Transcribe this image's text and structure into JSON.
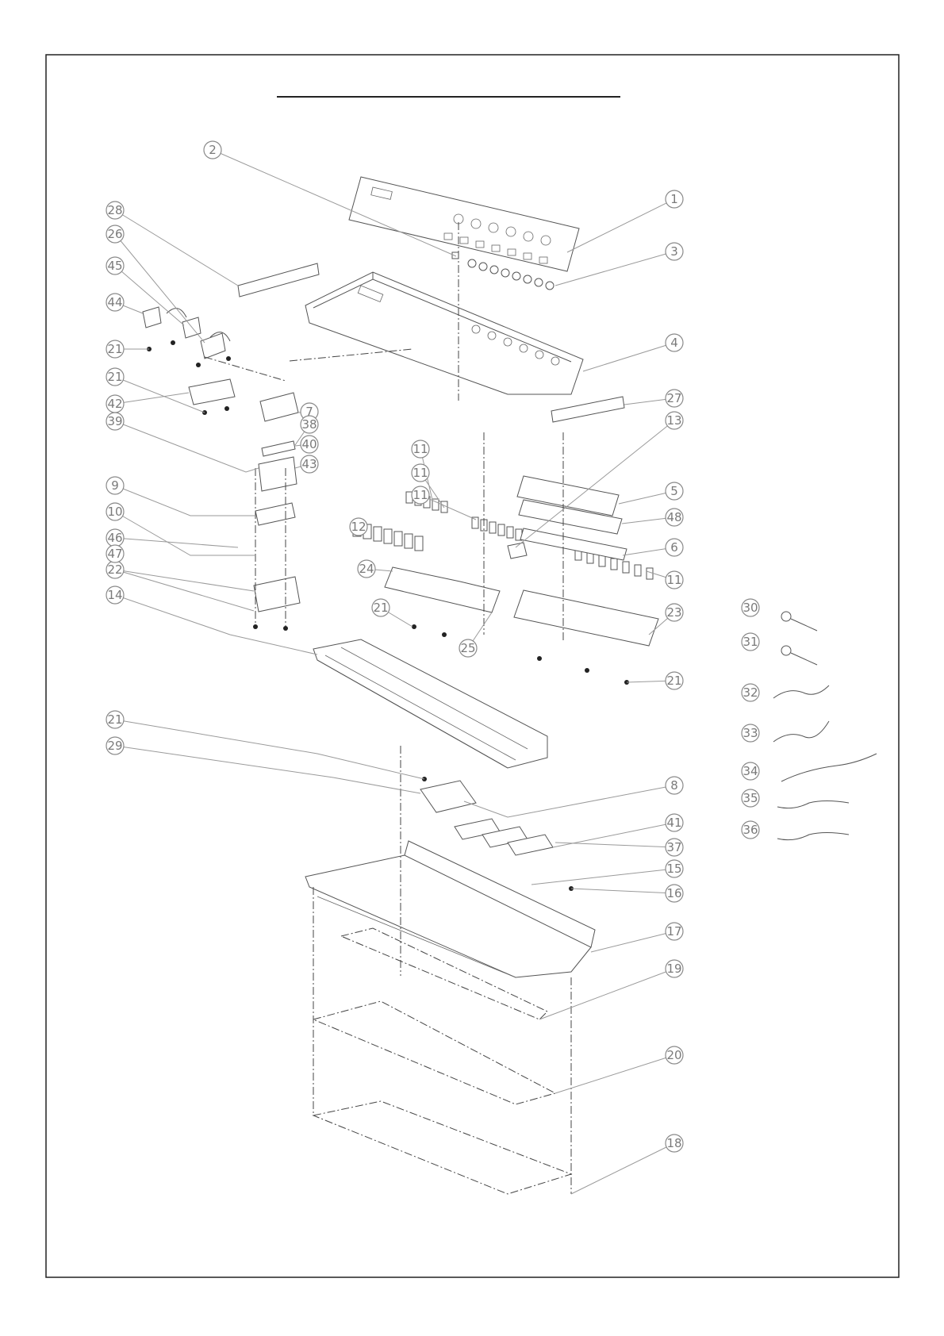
{
  "title": "",
  "callouts": [
    {
      "id": "c1",
      "label": "1"
    },
    {
      "id": "c2",
      "label": "2"
    },
    {
      "id": "c3",
      "label": "3"
    },
    {
      "id": "c4",
      "label": "4"
    },
    {
      "id": "c5",
      "label": "5"
    },
    {
      "id": "c6",
      "label": "6"
    },
    {
      "id": "c7",
      "label": "7"
    },
    {
      "id": "c8",
      "label": "8"
    },
    {
      "id": "c9",
      "label": "9"
    },
    {
      "id": "c10",
      "label": "10"
    },
    {
      "id": "c11a",
      "label": "11"
    },
    {
      "id": "c11b",
      "label": "11"
    },
    {
      "id": "c11c",
      "label": "11"
    },
    {
      "id": "c11d",
      "label": "11"
    },
    {
      "id": "c12",
      "label": "12"
    },
    {
      "id": "c13",
      "label": "13"
    },
    {
      "id": "c14",
      "label": "14"
    },
    {
      "id": "c15",
      "label": "15"
    },
    {
      "id": "c16",
      "label": "16"
    },
    {
      "id": "c17",
      "label": "17"
    },
    {
      "id": "c18",
      "label": "18"
    },
    {
      "id": "c19",
      "label": "19"
    },
    {
      "id": "c20",
      "label": "20"
    },
    {
      "id": "c21a",
      "label": "21"
    },
    {
      "id": "c21b",
      "label": "21"
    },
    {
      "id": "c21c",
      "label": "21"
    },
    {
      "id": "c21d",
      "label": "21"
    },
    {
      "id": "c21e",
      "label": "21"
    },
    {
      "id": "c22",
      "label": "22"
    },
    {
      "id": "c23",
      "label": "23"
    },
    {
      "id": "c24",
      "label": "24"
    },
    {
      "id": "c25",
      "label": "25"
    },
    {
      "id": "c26",
      "label": "26"
    },
    {
      "id": "c27",
      "label": "27"
    },
    {
      "id": "c28",
      "label": "28"
    },
    {
      "id": "c29",
      "label": "29"
    },
    {
      "id": "c30",
      "label": "30"
    },
    {
      "id": "c31",
      "label": "31"
    },
    {
      "id": "c32",
      "label": "32"
    },
    {
      "id": "c33",
      "label": "33"
    },
    {
      "id": "c34",
      "label": "34"
    },
    {
      "id": "c35",
      "label": "35"
    },
    {
      "id": "c36",
      "label": "36"
    },
    {
      "id": "c37",
      "label": "37"
    },
    {
      "id": "c38",
      "label": "38"
    },
    {
      "id": "c39",
      "label": "39"
    },
    {
      "id": "c40",
      "label": "40"
    },
    {
      "id": "c41",
      "label": "41"
    },
    {
      "id": "c42",
      "label": "42"
    },
    {
      "id": "c43",
      "label": "43"
    },
    {
      "id": "c44",
      "label": "44"
    },
    {
      "id": "c45",
      "label": "45"
    },
    {
      "id": "c46",
      "label": "46"
    },
    {
      "id": "c47",
      "label": "47"
    },
    {
      "id": "c48",
      "label": "48"
    }
  ],
  "colors": {
    "line": "#555555",
    "callout": "#8a8a8a",
    "border": "#222222"
  }
}
